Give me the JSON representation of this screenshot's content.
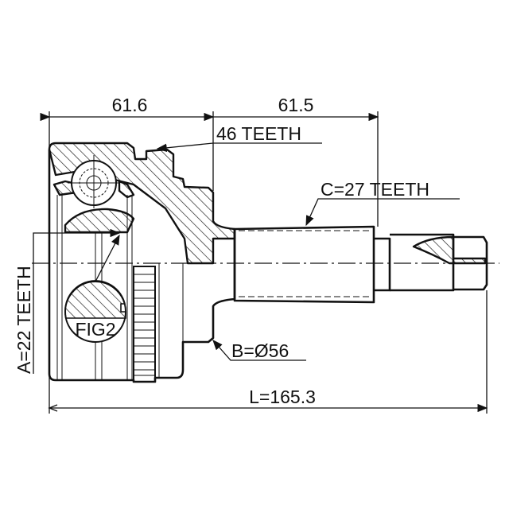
{
  "drawing": {
    "dim_housing": "61.6",
    "dim_shaft": "61.5",
    "abs_teeth": "46 TEETH",
    "shaft_spline": "C=27 TEETH",
    "inner_spline": "A=22 TEETH",
    "detail_label": "FIG2",
    "seal_diameter": "B=Ø56",
    "overall_length": "L=165.3"
  }
}
